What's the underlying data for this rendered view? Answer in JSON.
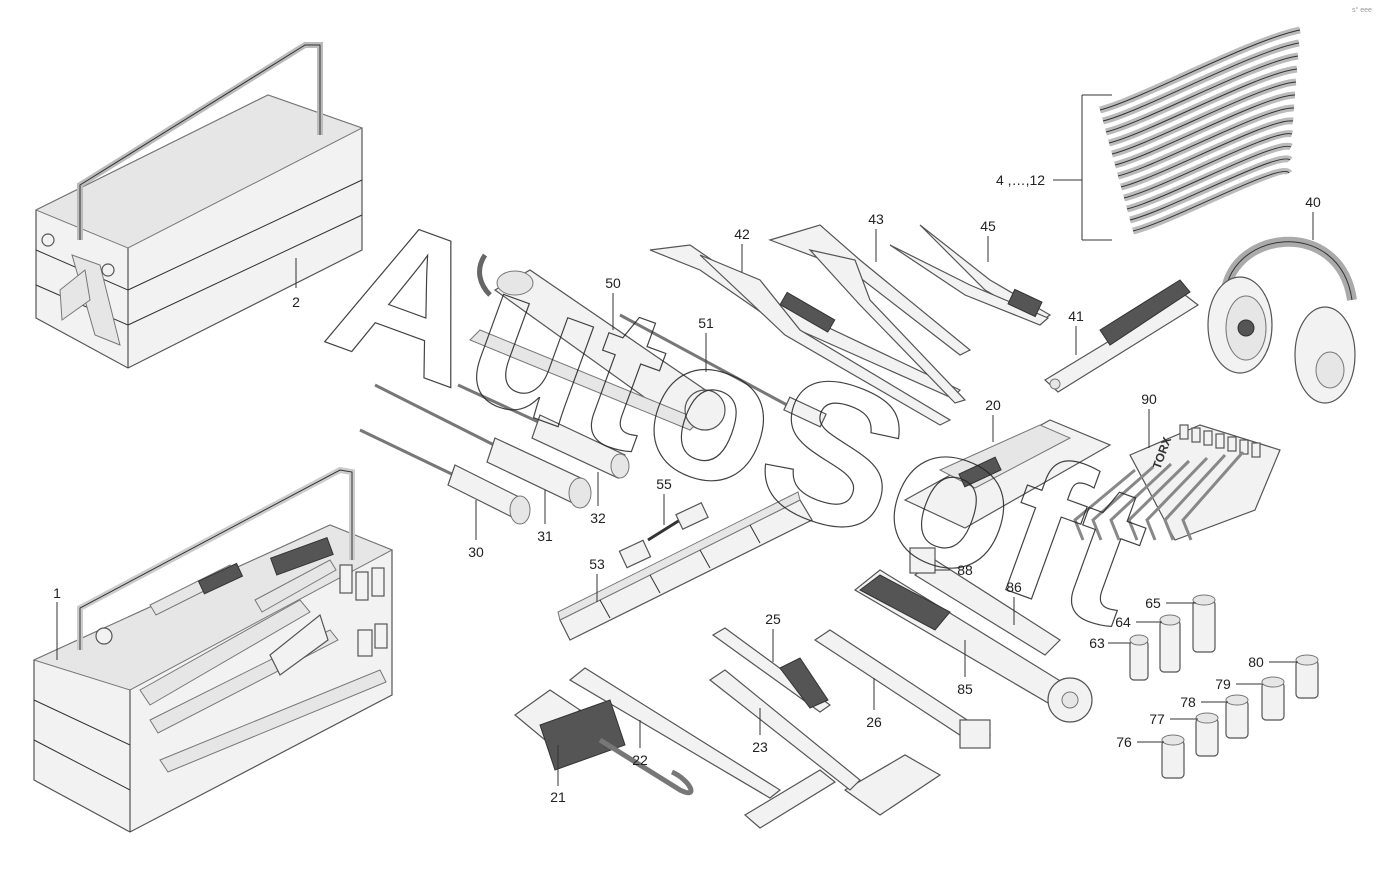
{
  "watermark": "AutoSoft",
  "corner_mark": "s° eee",
  "parts": [
    {
      "id": "tool-box-filled",
      "label": "1"
    },
    {
      "id": "tool-box-empty",
      "label": "2"
    },
    {
      "id": "wrench-set",
      "label": "4 ,…,12"
    },
    {
      "id": "hammer-bag-tool",
      "label": "20"
    },
    {
      "id": "pry-bar",
      "label": "21"
    },
    {
      "id": "hammer-handle-22",
      "label": "22"
    },
    {
      "id": "hammer",
      "label": "23"
    },
    {
      "id": "file",
      "label": "25"
    },
    {
      "id": "sledgehammer",
      "label": "26"
    },
    {
      "id": "screwdriver-large",
      "label": "30"
    },
    {
      "id": "screwdriver-medium",
      "label": "31"
    },
    {
      "id": "screwdriver-small",
      "label": "32"
    },
    {
      "id": "ear-protection",
      "label": "40"
    },
    {
      "id": "wire-brush",
      "label": "41"
    },
    {
      "id": "water-pump-pliers",
      "label": "42"
    },
    {
      "id": "adjustable-pliers",
      "label": "43"
    },
    {
      "id": "side-cutters",
      "label": "45"
    },
    {
      "id": "grease-gun",
      "label": "50"
    },
    {
      "id": "grease-hose",
      "label": "51"
    },
    {
      "id": "folding-rule",
      "label": "53"
    },
    {
      "id": "adapter-cable",
      "label": "55"
    },
    {
      "id": "socket-63",
      "label": "63"
    },
    {
      "id": "socket-64",
      "label": "64"
    },
    {
      "id": "socket-65",
      "label": "65"
    },
    {
      "id": "socket-76",
      "label": "76"
    },
    {
      "id": "socket-77",
      "label": "77"
    },
    {
      "id": "socket-78",
      "label": "78"
    },
    {
      "id": "socket-79",
      "label": "79"
    },
    {
      "id": "socket-80",
      "label": "80"
    },
    {
      "id": "ratchet",
      "label": "85"
    },
    {
      "id": "extension-bar",
      "label": "86"
    },
    {
      "id": "adapter",
      "label": "88"
    },
    {
      "id": "torx-key-set",
      "label": "90"
    }
  ],
  "torx_card_text": "TORX"
}
